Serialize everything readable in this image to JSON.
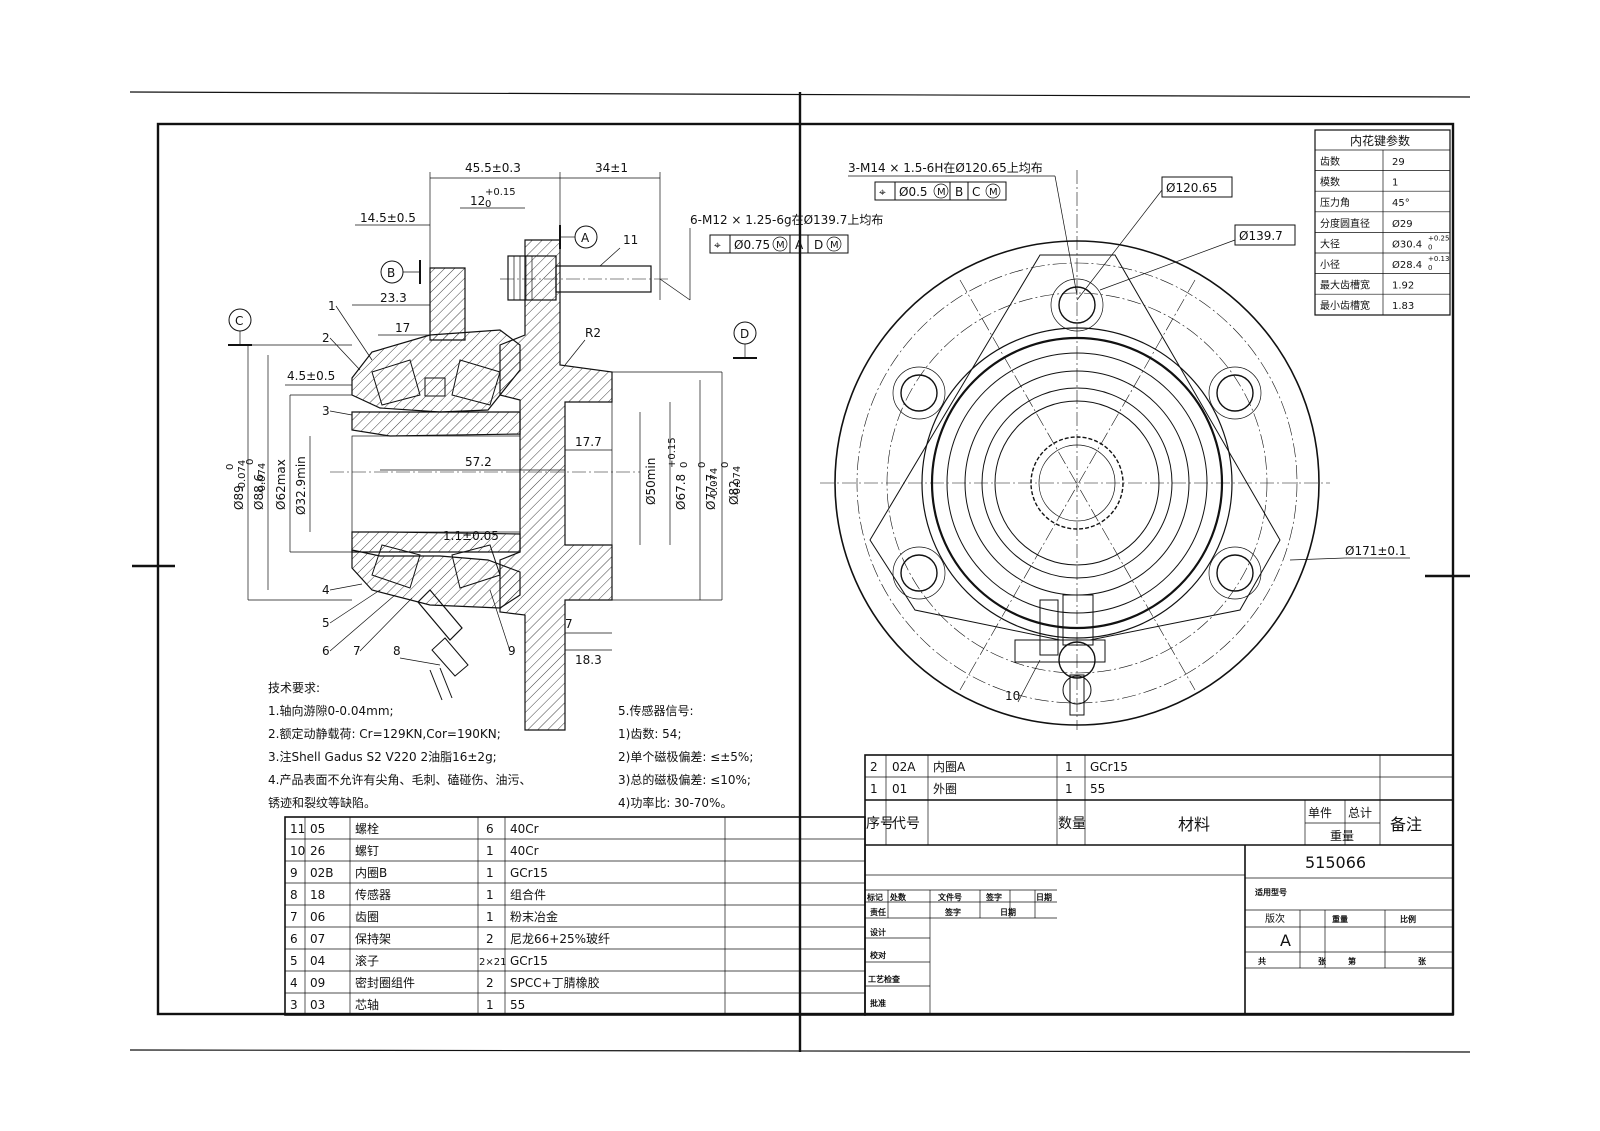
{
  "drawing": {
    "part_number": "515066",
    "version": "A",
    "dims": {
      "d_45_5": "45.5±0.3",
      "d_34": "34±1",
      "d_12": "12",
      "d_12_tol": "+0.15",
      "d_12_tol_low": "0",
      "d_14_5": "14.5±0.5",
      "d_23_3": "23.3",
      "d_17": "17",
      "d_4_5": "4.5±0.5",
      "d_57_2": "57.2",
      "d_17_7": "17.7",
      "d_1_1": "1.1±0.05",
      "d_7": "7",
      "d_18_3": "18.3",
      "d_r2": "R2",
      "d_89": "Ø89",
      "d_89_tol": "-0.074",
      "d_89_tol_up": "0",
      "d_88_6": "Ø88.6",
      "d_88_6_tol": "-0.074",
      "d_88_6_tol_up": "0",
      "d_62": "Ø62max",
      "d_32_9": "Ø32.9min",
      "d_50": "Ø50min",
      "d_67_8": "Ø67.8",
      "d_67_8_tol": "+0.15",
      "d_67_8_tol_low": "0",
      "d_77_7": "Ø77.7",
      "d_77_7_tol": "-0.074",
      "d_77_7_tol_up": "0",
      "d_82": "Ø82",
      "d_82_tol": "-0.074",
      "d_82_tol_up": "0",
      "thread_top": "3-M14 × 1.5-6H在Ø120.65上均布",
      "thread_stud": "6-M12 × 1.25-6g在Ø139.7上均布",
      "pcd_120": "Ø120.65",
      "pcd_139": "Ø139.7",
      "od_171": "Ø171±0.1"
    },
    "fcf_top": [
      "⌖",
      "Ø0.5",
      "M",
      "B",
      "C",
      "M"
    ],
    "fcf_stud": [
      "⌖",
      "Ø0.75",
      "M",
      "A",
      "D",
      "M"
    ],
    "datums": {
      "a": "A",
      "b": "B",
      "c": "C",
      "d": "D"
    },
    "balloons": [
      "1",
      "2",
      "3",
      "4",
      "5",
      "6",
      "7",
      "8",
      "9",
      "10",
      "11"
    ]
  },
  "spline": {
    "title": "内花键参数",
    "rows": [
      {
        "k": "齿数",
        "v": "29"
      },
      {
        "k": "模数",
        "v": "1"
      },
      {
        "k": "压力角",
        "v": "45°"
      },
      {
        "k": "分度圆直径",
        "v": "Ø29"
      },
      {
        "k": "大径",
        "v": "Ø30.4",
        "sup": "+0.25",
        "sub": "0"
      },
      {
        "k": "小径",
        "v": "Ø28.4",
        "sup": "+0.13",
        "sub": "0"
      },
      {
        "k": "最大齿槽宽",
        "v": "1.92"
      },
      {
        "k": "最小齿槽宽",
        "v": "1.83"
      }
    ]
  },
  "notes": {
    "heading": "技术要求:",
    "lines": [
      "1.轴向游隙0-0.04mm;",
      "2.额定动静载荷: Cr=129KN,Cor=190KN;",
      "3.注Shell Gadus S2 V220 2油脂16±2g;",
      "4.产品表面不允许有尖角、毛刺、磕碰伤、油污、",
      "锈迹和裂纹等缺陷。"
    ],
    "sensor_heading": "5.传感器信号:",
    "sensor_lines": [
      "1)齿数: 54;",
      "2)单个磁极偏差: ≤±5%;",
      "3)总的磁极偏差: ≤10%;",
      "4)功率比: 30-70%。"
    ]
  },
  "bom_left": [
    [
      "11",
      "05",
      "螺栓",
      "6",
      "40Cr"
    ],
    [
      "10",
      "26",
      "螺钉",
      "1",
      "40Cr"
    ],
    [
      "9",
      "02B",
      "内圈B",
      "1",
      "GCr15"
    ],
    [
      "8",
      "18",
      "传感器",
      "1",
      "组合件"
    ],
    [
      "7",
      "06",
      "齿圈",
      "1",
      "粉末冶金"
    ],
    [
      "6",
      "07",
      "保持架",
      "2",
      "尼龙66+25%玻纤"
    ],
    [
      "5",
      "04",
      "滚子",
      "2×21",
      "GCr15"
    ],
    [
      "4",
      "09",
      "密封圈组件",
      "2",
      "SPCC+丁腈橡胶"
    ],
    [
      "3",
      "03",
      "芯轴",
      "1",
      "55"
    ]
  ],
  "bom_right": [
    [
      "2",
      "02A",
      "内圈A",
      "1",
      "GCr15"
    ],
    [
      "1",
      "01",
      "外圈",
      "1",
      "55"
    ]
  ],
  "bom_header": {
    "seq": "序号",
    "code": "代号",
    "qty": "数量",
    "material": "材料",
    "unit": "单件",
    "total": "总计",
    "weight": "重量",
    "remark": "备注"
  },
  "title_block": {
    "rev_cols": [
      "标记",
      "处数",
      "文件号",
      "签字",
      "日期"
    ],
    "rows": [
      "责任",
      "设计",
      "校对",
      "工艺检查",
      "批准"
    ],
    "sign_col": "签字",
    "date_col": "日期",
    "model": "适用型号",
    "version_label": "版次",
    "weight_label": "重量",
    "scale_label": "比例",
    "total_sheets": "共",
    "sheet": "张",
    "sheet_no": "第",
    "sheet_unit": "张"
  }
}
